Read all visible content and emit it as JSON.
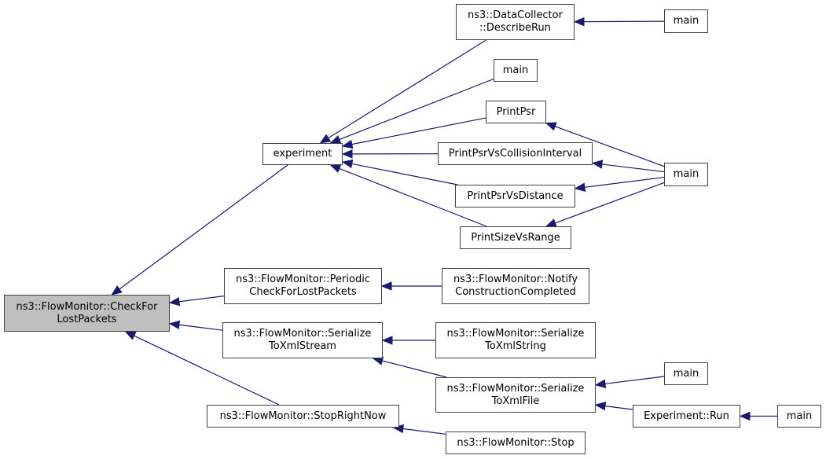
{
  "graph": {
    "edge_color": "#191970",
    "root_fill": "#bfbfbf",
    "nodes": {
      "root": {
        "lines": [
          "ns3::FlowMonitor::CheckFor",
          "LostPackets"
        ]
      },
      "experiment": {
        "lines": [
          "experiment"
        ]
      },
      "describe_run": {
        "lines": [
          "ns3::DataCollector",
          "::DescribeRun"
        ]
      },
      "main_a": {
        "lines": [
          "main"
        ]
      },
      "main_b": {
        "lines": [
          "main"
        ]
      },
      "print_psr": {
        "lines": [
          "PrintPsr"
        ]
      },
      "print_psr_collision": {
        "lines": [
          "PrintPsrVsCollisionInterval"
        ]
      },
      "print_psr_distance": {
        "lines": [
          "PrintPsrVsDistance"
        ]
      },
      "print_size_range": {
        "lines": [
          "PrintSizeVsRange"
        ]
      },
      "main_c": {
        "lines": [
          "main"
        ]
      },
      "periodic_check": {
        "lines": [
          "ns3::FlowMonitor::Periodic",
          "CheckForLostPackets"
        ]
      },
      "notify_construction": {
        "lines": [
          "ns3::FlowMonitor::Notify",
          "ConstructionCompleted"
        ]
      },
      "serialize_stream": {
        "lines": [
          "ns3::FlowMonitor::Serialize",
          "ToXmlStream"
        ]
      },
      "serialize_string": {
        "lines": [
          "ns3::FlowMonitor::Serialize",
          "ToXmlString"
        ]
      },
      "serialize_file": {
        "lines": [
          "ns3::FlowMonitor::Serialize",
          "ToXmlFile"
        ]
      },
      "main_d": {
        "lines": [
          "main"
        ]
      },
      "experiment_run": {
        "lines": [
          "Experiment::Run"
        ]
      },
      "main_e": {
        "lines": [
          "main"
        ]
      },
      "stop_right_now": {
        "lines": [
          "ns3::FlowMonitor::StopRightNow"
        ]
      },
      "stop": {
        "lines": [
          "ns3::FlowMonitor::Stop"
        ]
      }
    },
    "edges": [
      {
        "from": "experiment",
        "to": "root"
      },
      {
        "from": "periodic_check",
        "to": "root"
      },
      {
        "from": "serialize_stream",
        "to": "root"
      },
      {
        "from": "stop_right_now",
        "to": "root"
      },
      {
        "from": "describe_run",
        "to": "experiment"
      },
      {
        "from": "main_b",
        "to": "experiment"
      },
      {
        "from": "print_psr",
        "to": "experiment"
      },
      {
        "from": "print_psr_collision",
        "to": "experiment"
      },
      {
        "from": "print_psr_distance",
        "to": "experiment"
      },
      {
        "from": "print_size_range",
        "to": "experiment"
      },
      {
        "from": "main_a",
        "to": "describe_run"
      },
      {
        "from": "main_c",
        "to": "print_psr"
      },
      {
        "from": "main_c",
        "to": "print_psr_collision"
      },
      {
        "from": "main_c",
        "to": "print_psr_distance"
      },
      {
        "from": "main_c",
        "to": "print_size_range"
      },
      {
        "from": "notify_construction",
        "to": "periodic_check"
      },
      {
        "from": "serialize_string",
        "to": "serialize_stream"
      },
      {
        "from": "serialize_file",
        "to": "serialize_stream"
      },
      {
        "from": "main_d",
        "to": "serialize_file"
      },
      {
        "from": "experiment_run",
        "to": "serialize_file"
      },
      {
        "from": "main_e",
        "to": "experiment_run"
      },
      {
        "from": "stop",
        "to": "stop_right_now"
      }
    ]
  }
}
